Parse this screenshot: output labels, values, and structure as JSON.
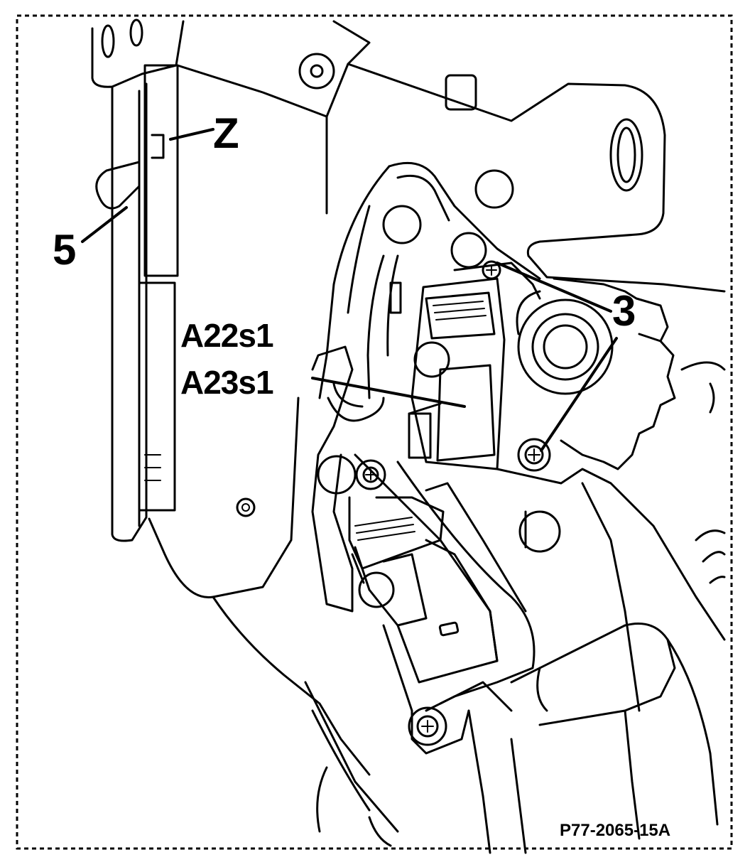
{
  "callouts": {
    "z": "Z",
    "five": "5",
    "three": "3",
    "a22": "A22s1",
    "a23": "A23s1"
  },
  "figure_code": "P77-2065-15A"
}
